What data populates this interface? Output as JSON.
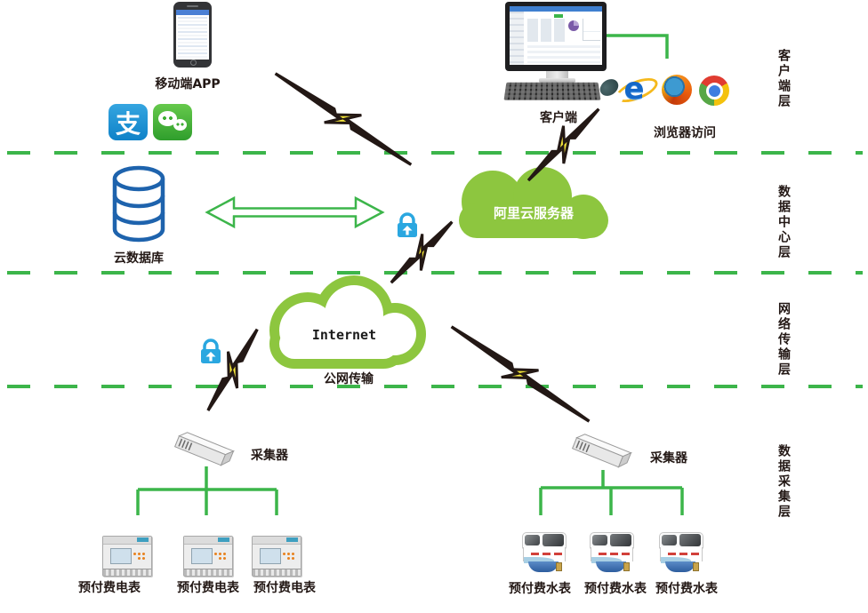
{
  "colors": {
    "line_green": "#3cb54a",
    "cloud_green": "#8dc63f",
    "bolt_dark": "#231815",
    "bolt_yellow": "#f5e73a",
    "lock_blue": "#2aa7e0",
    "database_blue": "#1e63ad",
    "text_dark": "#231815"
  },
  "client_layer": {
    "mobile_app_label": "移动端APP",
    "client_label": "客户端",
    "browser_label": "浏览器访问",
    "alipay_glyph": "支",
    "ie_glyph": "e"
  },
  "data_center_layer": {
    "cloud_db_label": "云数据库",
    "aliyun_label": "阿里云服务器"
  },
  "network_layer": {
    "internet_label": "Internet",
    "public_label": "公网传输"
  },
  "collect_layer": {
    "collector_left_label": "采集器",
    "collector_right_label": "采集器",
    "electric_meter_labels": [
      "预付费电表",
      "预付费电表",
      "预付费电表"
    ],
    "water_meter_labels": [
      "预付费水表",
      "预付费水表",
      "预付费水表"
    ]
  },
  "layer_labels": [
    "客户端层",
    "数据中心层",
    "网络传输层",
    "数据采集层"
  ]
}
